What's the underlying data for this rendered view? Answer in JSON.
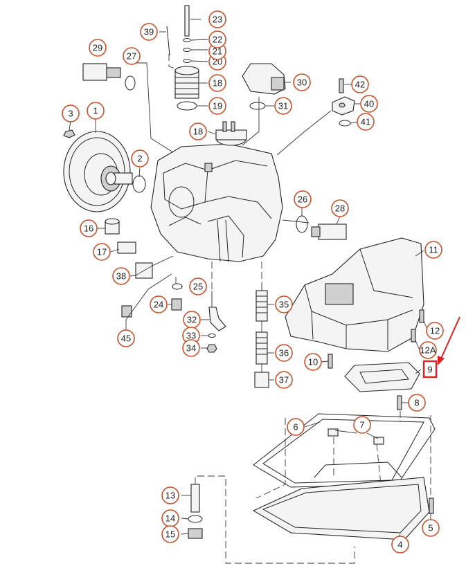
{
  "callouts": [
    {
      "id": "c1",
      "label": "1",
      "highlight": false
    },
    {
      "id": "c2",
      "label": "2",
      "highlight": false
    },
    {
      "id": "c3",
      "label": "3",
      "highlight": false
    },
    {
      "id": "c4",
      "label": "4",
      "highlight": false
    },
    {
      "id": "c5",
      "label": "5",
      "highlight": false
    },
    {
      "id": "c6",
      "label": "6",
      "highlight": false
    },
    {
      "id": "c7",
      "label": "7",
      "highlight": false
    },
    {
      "id": "c8",
      "label": "8",
      "highlight": false
    },
    {
      "id": "c9",
      "label": "9",
      "highlight": true
    },
    {
      "id": "c10",
      "label": "10",
      "highlight": false
    },
    {
      "id": "c11",
      "label": "11",
      "highlight": false
    },
    {
      "id": "c12",
      "label": "12",
      "highlight": false
    },
    {
      "id": "c12a",
      "label": "12A",
      "highlight": false
    },
    {
      "id": "c13",
      "label": "13",
      "highlight": false
    },
    {
      "id": "c14",
      "label": "14",
      "highlight": false
    },
    {
      "id": "c15",
      "label": "15",
      "highlight": false
    },
    {
      "id": "c16",
      "label": "16",
      "highlight": false
    },
    {
      "id": "c17",
      "label": "17",
      "highlight": false
    },
    {
      "id": "c18a",
      "label": "18",
      "highlight": false
    },
    {
      "id": "c18b",
      "label": "18",
      "highlight": false
    },
    {
      "id": "c19",
      "label": "19",
      "highlight": false
    },
    {
      "id": "c20",
      "label": "20",
      "highlight": false
    },
    {
      "id": "c21",
      "label": "21",
      "highlight": false
    },
    {
      "id": "c22",
      "label": "22",
      "highlight": false
    },
    {
      "id": "c23",
      "label": "23",
      "highlight": false
    },
    {
      "id": "c24",
      "label": "24",
      "highlight": false
    },
    {
      "id": "c25",
      "label": "25",
      "highlight": false
    },
    {
      "id": "c26",
      "label": "26",
      "highlight": false
    },
    {
      "id": "c27",
      "label": "27",
      "highlight": false
    },
    {
      "id": "c28",
      "label": "28",
      "highlight": false
    },
    {
      "id": "c29",
      "label": "29",
      "highlight": false
    },
    {
      "id": "c30",
      "label": "30",
      "highlight": false
    },
    {
      "id": "c31",
      "label": "31",
      "highlight": false
    },
    {
      "id": "c32",
      "label": "32",
      "highlight": false
    },
    {
      "id": "c33",
      "label": "33",
      "highlight": false
    },
    {
      "id": "c34",
      "label": "34",
      "highlight": false
    },
    {
      "id": "c35",
      "label": "35",
      "highlight": false
    },
    {
      "id": "c36",
      "label": "36",
      "highlight": false
    },
    {
      "id": "c37",
      "label": "37",
      "highlight": false
    },
    {
      "id": "c38",
      "label": "38",
      "highlight": false
    },
    {
      "id": "c39",
      "label": "39",
      "highlight": false
    },
    {
      "id": "c40",
      "label": "40",
      "highlight": false
    },
    {
      "id": "c41",
      "label": "41",
      "highlight": false
    },
    {
      "id": "c42",
      "label": "42",
      "highlight": false
    },
    {
      "id": "c45",
      "label": "45",
      "highlight": false
    }
  ],
  "colors": {
    "callout_ring": "#c8502a",
    "highlight": "#e02020",
    "line": "#222222"
  }
}
